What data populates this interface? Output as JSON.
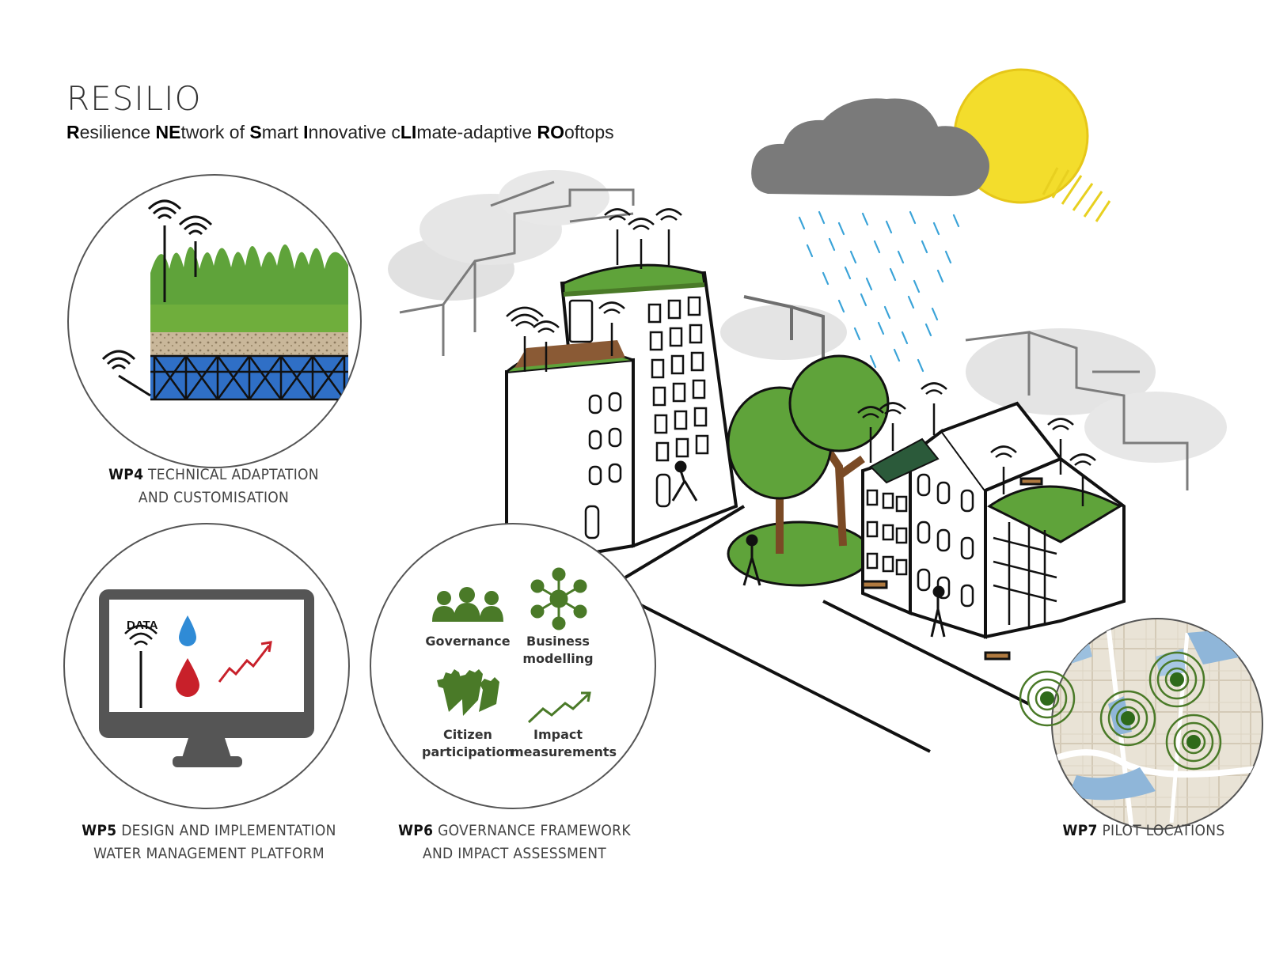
{
  "header": {
    "title": "RESILIO",
    "subtitle_parts": [
      {
        "bold": "R",
        "rest": "esilience "
      },
      {
        "bold": "NE",
        "rest": "twork of "
      },
      {
        "bold": "S",
        "rest": "mart "
      },
      {
        "bold": "I",
        "rest": "nnovative c"
      },
      {
        "bold": "LI",
        "rest": "mate-adaptive "
      },
      {
        "bold": "RO",
        "rest": "oftops"
      }
    ]
  },
  "wp4": {
    "code": "WP4",
    "line1": "TECHNICAL ADAPTATION",
    "line2": "AND CUSTOMISATION"
  },
  "wp5": {
    "code": "WP5",
    "line1": "DESIGN AND IMPLEMENTATION",
    "line2": "WATER MANAGEMENT PLATFORM",
    "monitor_label": "DATA"
  },
  "wp6": {
    "code": "WP6",
    "line1": "GOVERNANCE FRAMEWORK",
    "line2": "AND IMPACT ASSESSMENT",
    "items": [
      {
        "line1": "Governance",
        "line2": "",
        "icon": "people-group-icon"
      },
      {
        "line1": "Business",
        "line2": "modelling",
        "icon": "network-nodes-icon"
      },
      {
        "line1": "Citizen",
        "line2": "participation",
        "icon": "raised-hands-icon"
      },
      {
        "line1": "Impact",
        "line2": "measurements",
        "icon": "trend-arrow-icon"
      }
    ]
  },
  "wp7": {
    "code": "WP7",
    "line1": "PILOT LOCATIONS"
  },
  "colors": {
    "green": "#4a7a28",
    "grass": "#5fa33a",
    "water": "#2f6fc6",
    "sun": "#f3dd2c",
    "cloud": "#7a7a7a",
    "rain": "#3aa3d8",
    "red": "#c8202a"
  }
}
